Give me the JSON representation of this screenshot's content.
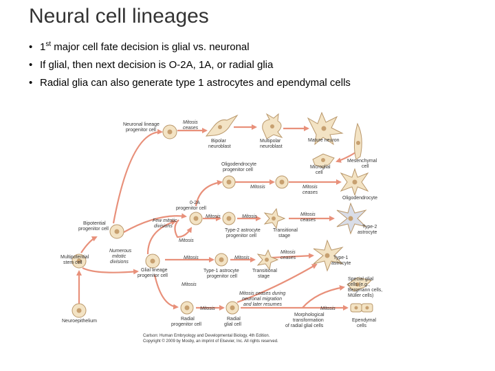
{
  "slide": {
    "title": "Neural cell lineages",
    "bullets": [
      {
        "text": "1",
        "sup": "st",
        "rest": " major cell fate decision is glial vs. neuronal"
      },
      {
        "text": "If glial, then next decision is O-2A, 1A, or radial glia"
      },
      {
        "text": "Radial glia can also generate type 1 astrocytes and ependymal cells"
      }
    ]
  },
  "diagram": {
    "labels": {
      "neuronal_lineage": [
        "Neuronal lineage",
        "progenitor cell"
      ],
      "mitosis_ceases_1": [
        "Mitosis",
        "ceases"
      ],
      "bipolar": [
        "Bipolar",
        "neuroblast"
      ],
      "multipolar": [
        "Multipolar",
        "neuroblast"
      ],
      "mature_neuron": "Mature neuron",
      "mesenchymal": [
        "Mesenchymal",
        "cell"
      ],
      "oligo_progenitor": [
        "Oligodendrocyte",
        "progenitor cell"
      ],
      "microglial": [
        "Microglial",
        "cell"
      ],
      "mitosis_a": "Mitosis",
      "mitosis_ceases_2": [
        "Mitosis",
        "ceases"
      ],
      "oligodendrocyte": "Oligodendrocyte",
      "o2a": [
        "0-2A",
        "progenitor cell"
      ],
      "few_mitotic": [
        "Few mitotic",
        "divisions"
      ],
      "mitosis_b": "Mitosis",
      "mitosis_c": "Mitosis",
      "mitosis_ceases_3": [
        "Mitosis",
        "ceases"
      ],
      "type2_progenitor": [
        "Type-2 astrocyte",
        "progenitor cell"
      ],
      "transitional_1": [
        "Transitional",
        "stage"
      ],
      "type2_astrocyte": [
        "Type-2",
        "astrocyte"
      ],
      "bipotential": [
        "Bipotential",
        "progenitor cell"
      ],
      "mitosis_d": "Mitosis",
      "numerous": [
        "Numerous",
        "mitotic",
        "divisions"
      ],
      "multipotential": [
        "Multipotential",
        "stem cell"
      ],
      "glial_lineage": [
        "Glial lineage",
        "progenitor cell"
      ],
      "mitosis_e": "Mitosis",
      "mitosis_f": "Mitosis",
      "mitosis_ceases_4": [
        "Mitosis",
        "ceases"
      ],
      "type1_progenitor": [
        "Type-1 astrocyte",
        "progenitor cell"
      ],
      "transitional_2": [
        "Transitional",
        "stage"
      ],
      "type1_astrocyte": [
        "Type-1",
        "astrocyte"
      ],
      "mitosis_g": "Mitosis",
      "mitosis_ceases_migration": [
        "Mitosis ceases during",
        "neuronal migration",
        "and later resumes"
      ],
      "special_glial": [
        "Special glial",
        "cells (e.g.,",
        "Bergmann cells,",
        "Müller cells)"
      ],
      "mitosis_h": "Mitosis",
      "mitosis_i": "Mitosis",
      "neuroepithelium": "Neuroepithelium",
      "radial_progenitor": [
        "Radial",
        "progenitor cell"
      ],
      "radial_glial": [
        "Radial",
        "glial cell"
      ],
      "morphological": [
        "Morphological",
        "transformation",
        "of radial glial cells"
      ],
      "ependymal": [
        "Ependymal",
        "cells"
      ]
    },
    "credit": [
      "Carlson: Human Embryology and Developmental Biology, 4th Edition.",
      "Copyright © 2009 by Mosby, an imprint of Elsevier, Inc. All rights reserved."
    ],
    "colors": {
      "arrow": "#e8907a",
      "cell_fill": "#f3e3c4",
      "cell_stroke": "#b9976a",
      "nucleus": "#c7a070",
      "lightblue": "#d9dde8"
    }
  }
}
